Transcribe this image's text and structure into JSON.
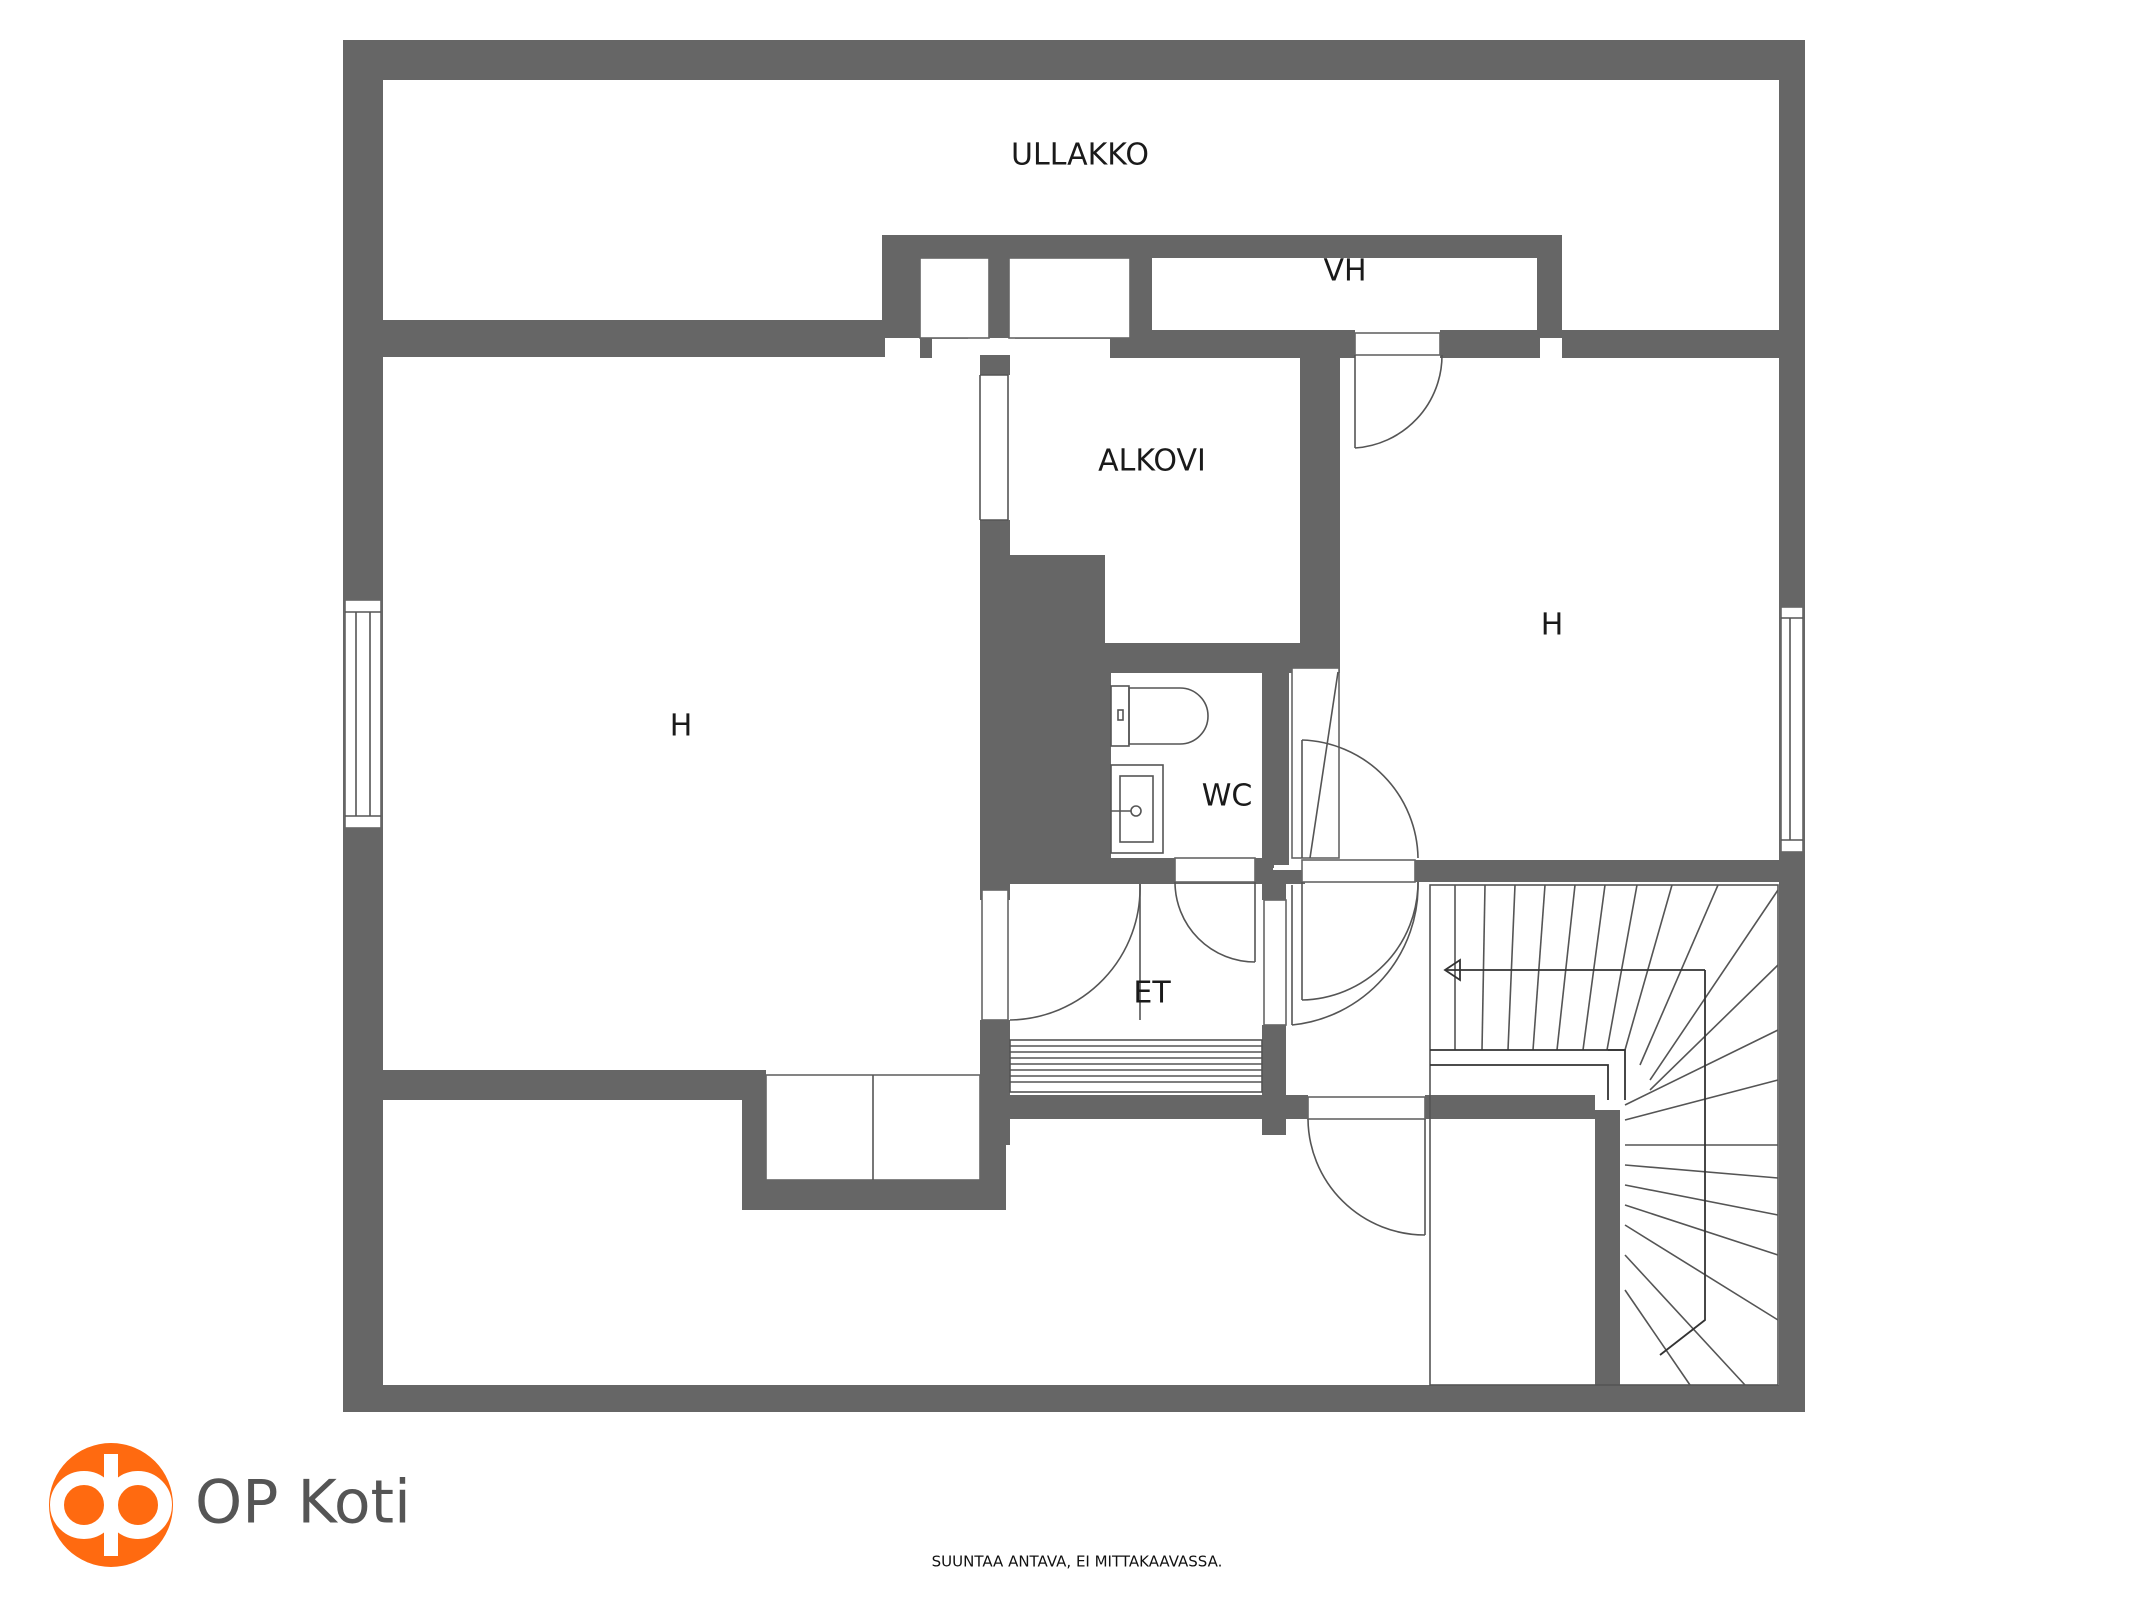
{
  "rooms": {
    "ullakko": "ULLAKKO",
    "vh": "VH",
    "alkovi": "ALKOVI",
    "h_left": "H",
    "h_right": "H",
    "wc": "WC",
    "et": "ET"
  },
  "brand": {
    "name": "OP Koti",
    "color": "#ff6a10",
    "logo_icon": "op-logo-icon"
  },
  "footer": {
    "note": "SUUNTAA ANTAVA, EI MITTAKAAVASSA."
  },
  "colors": {
    "wall": "#666666",
    "background": "#ffffff"
  }
}
